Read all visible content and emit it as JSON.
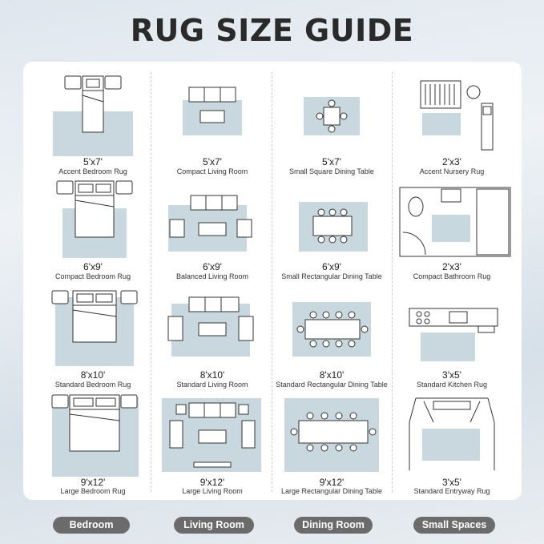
{
  "title": "RUG SIZE GUIDE",
  "categories": [
    "Bedroom",
    "Living Room",
    "Dining Room",
    "Small Spaces"
  ],
  "cells": [
    {
      "size": "5'x7'",
      "name": "Accent Bedroom Rug",
      "icon": "bedroom-rug-illustration"
    },
    {
      "size": "5'x7'",
      "name": "Compact Living Room",
      "icon": "living-room-rug-illustration"
    },
    {
      "size": "5'x7'",
      "name": "Small Square Dining Table",
      "icon": "dining-rug-illustration"
    },
    {
      "size": "2'x3'",
      "name": "Accent Nursery Rug",
      "icon": "nursery-rug-illustration"
    },
    {
      "size": "6'x9'",
      "name": "Compact Bedroom Rug",
      "icon": "bedroom-rug-illustration"
    },
    {
      "size": "6'x9'",
      "name": "Balanced Living Room",
      "icon": "living-room-rug-illustration"
    },
    {
      "size": "6'x9'",
      "name": "Small Rectangular Dining Table",
      "icon": "dining-rug-illustration"
    },
    {
      "size": "2'x3'",
      "name": "Compact Bathroom Rug",
      "icon": "bathroom-rug-illustration"
    },
    {
      "size": "8'x10'",
      "name": "Standard Bedroom Rug",
      "icon": "bedroom-rug-illustration"
    },
    {
      "size": "8'x10'",
      "name": "Standard Living Room",
      "icon": "living-room-rug-illustration"
    },
    {
      "size": "8'x10'",
      "name": "Standard Rectangular Dining Table",
      "icon": "dining-rug-illustration"
    },
    {
      "size": "3'x5'",
      "name": "Standard Kitchen Rug",
      "icon": "kitchen-rug-illustration"
    },
    {
      "size": "9'x12'",
      "name": "Large Bedroom Rug",
      "icon": "bedroom-rug-illustration"
    },
    {
      "size": "9'x12'",
      "name": "Large Living Room",
      "icon": "living-room-rug-illustration"
    },
    {
      "size": "9'x12'",
      "name": "Large Rectangular Dining Table",
      "icon": "dining-rug-illustration"
    },
    {
      "size": "3'x5'",
      "name": "Standard Entryway Rug",
      "icon": "entryway-rug-illustration"
    }
  ],
  "colors": {
    "rug": "#c9d8de",
    "tab": "#6b6b6b",
    "title": "#2a2a2a"
  }
}
